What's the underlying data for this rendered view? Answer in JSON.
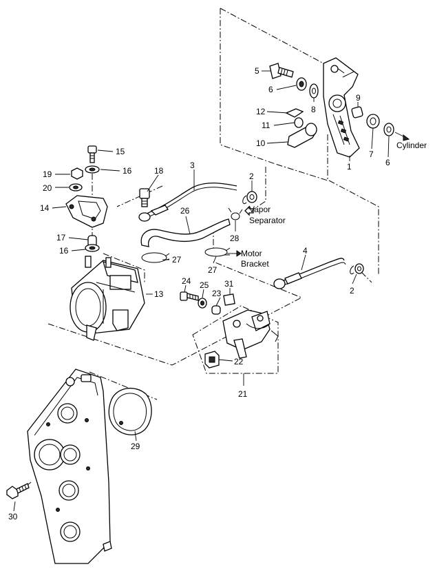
{
  "callouts": {
    "c1": "1",
    "c2a": "2",
    "c2b": "2",
    "c3": "3",
    "c4": "4",
    "c5": "5",
    "c6a": "6",
    "c6b": "6",
    "c7": "7",
    "c8": "8",
    "c9": "9",
    "c10": "10",
    "c11": "11",
    "c12": "12",
    "c13": "13",
    "c14": "14",
    "c15": "15",
    "c16a": "16",
    "c16b": "16",
    "c17": "17",
    "c18": "18",
    "c19": "19",
    "c20": "20",
    "c21": "21",
    "c22": "22",
    "c23": "23",
    "c24": "24",
    "c25": "25",
    "c26": "26",
    "c27a": "27",
    "c27b": "27",
    "c28": "28",
    "c29": "29",
    "c30": "30",
    "c31": "31"
  },
  "notes": {
    "cylinder": "Cylinder",
    "vapor_line1": "Vapor",
    "vapor_line2": "Separator",
    "motor_line1": "Motor",
    "motor_line2": "Bracket"
  }
}
